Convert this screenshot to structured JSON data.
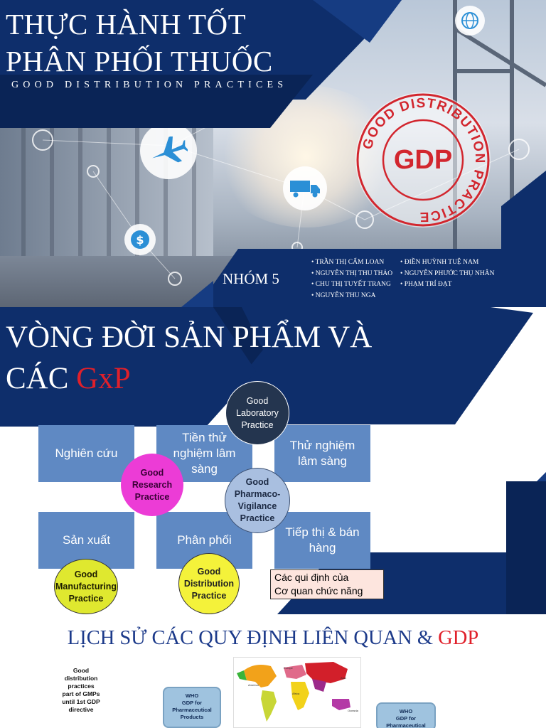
{
  "slide1": {
    "title_line1": "THỰC HÀNH TỐT",
    "title_line2": "PHÂN PHỐI THUỐC",
    "subtitle": "GOOD DISTRIBUTION PRACTICES",
    "stamp": {
      "arc_text": "GOOD DISTRIBUTION PRACTICE",
      "center_text": "GDP",
      "color": "#d2262e"
    },
    "group_label": "NHÓM 5",
    "members_col1": [
      "TRẦN THỊ CẨM LOAN",
      "NGUYỄN THỊ THU THẢO",
      "CHU THỊ TUYẾT TRANG",
      "NGUYỄN THU NGA"
    ],
    "members_col2": [
      "ĐIỀN HUỲNH TUỆ NAM",
      "NGUYỄN PHƯỚC THỤ NHÂN",
      "PHẠM TRÍ ĐẠT"
    ],
    "icons": [
      "airplane-icon",
      "truck-icon",
      "dollar-icon"
    ],
    "navy": "#0e2e6b"
  },
  "slide2": {
    "title_line1": "VÒNG ĐỜI SẢN PHẨM VÀ",
    "title_prefix": "CÁC ",
    "title_highlight": "GxP",
    "stages": [
      "Nghiên cứu",
      "Tiền thử nghiệm lâm sàng",
      "Thử nghiệm lâm sàng",
      "Sản xuất",
      "Phân phối",
      "Tiếp thị & bán hàng"
    ],
    "practices": {
      "glp": "Good Laboratory Practice",
      "grp": "Good Research Practice",
      "gpvp": "Good Pharmaco-Vigilance Practice",
      "gmp": "Good Manufacturing Practice",
      "gdp": "Good Distribution Practice"
    },
    "regulators_line1": "Các qui định của",
    "regulators_line2": "Cơ quan chức năng"
  },
  "slide3": {
    "title_prefix": "LỊCH SỬ CÁC QUY ĐỊNH LIÊN QUAN & ",
    "title_highlight": "GDP",
    "history_lines": [
      "Good",
      "distribution",
      "practices",
      "part of GMPs",
      "until 1st GDP",
      "directive"
    ],
    "who_box1": [
      "WHO",
      "GDP for",
      "Pharmaceutical",
      "Products"
    ],
    "who_box2": [
      "WHO",
      "GDP for",
      "Pharmaceutical"
    ],
    "map_labels": [
      "Europe",
      "Asia",
      "America",
      "Africa",
      "Oceania"
    ]
  }
}
